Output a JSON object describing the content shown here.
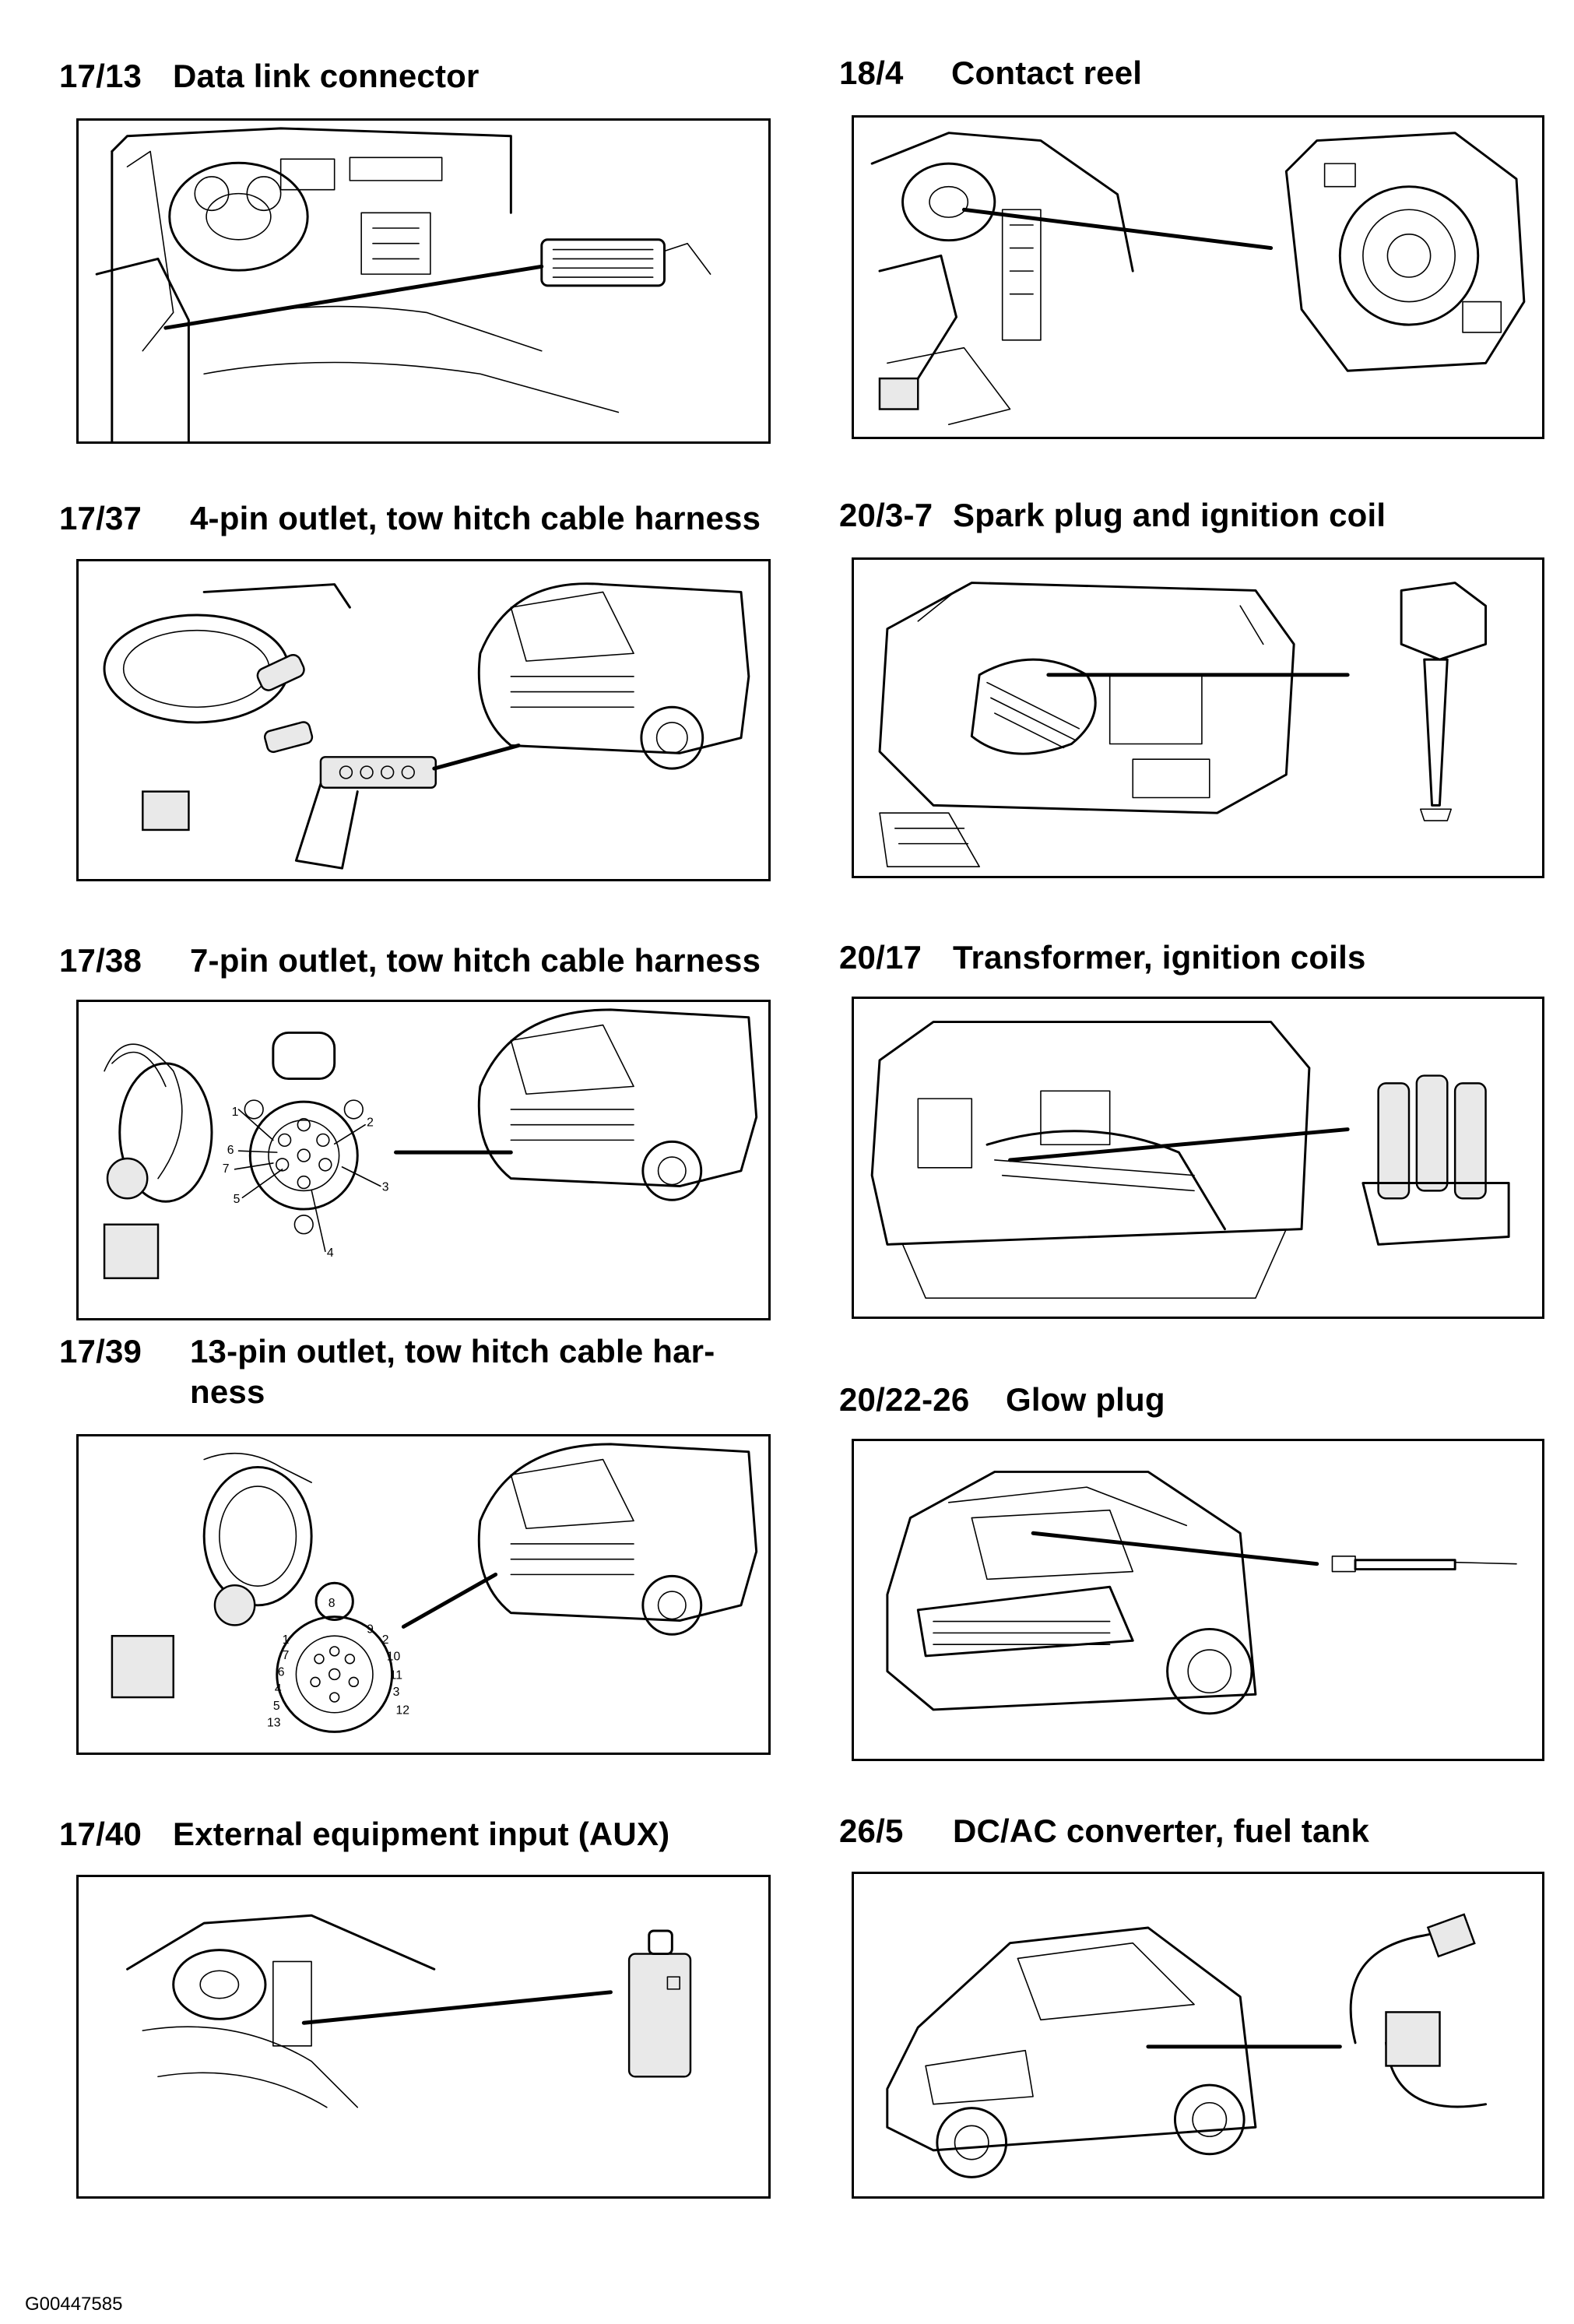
{
  "left_column": [
    {
      "code": "17/13",
      "title": "Data link connector"
    },
    {
      "code": "17/37",
      "title": "4-pin outlet, tow hitch cable harness"
    },
    {
      "code": "17/38",
      "title": "7-pin outlet, tow hitch cable harness"
    },
    {
      "code": "17/39",
      "title_line1": "13-pin outlet, tow hitch cable har-",
      "title_line2": "ness"
    },
    {
      "code": "17/40",
      "title": "External equipment input (AUX)"
    }
  ],
  "right_column": [
    {
      "code": "18/4",
      "title": "Contact reel"
    },
    {
      "code": "20/3-7",
      "title": "Spark plug and ignition coil"
    },
    {
      "code": "20/17",
      "title": "Transformer, ignition coils"
    },
    {
      "code": "20/22-26",
      "title": "Glow plug"
    },
    {
      "code": "26/5",
      "title": "DC/AC converter, fuel tank"
    }
  ],
  "pin_labels_7": [
    "1",
    "2",
    "3",
    "4",
    "5",
    "6",
    "7"
  ],
  "pin_labels_13": [
    "1",
    "2",
    "3",
    "4",
    "5",
    "6",
    "7",
    "8",
    "9",
    "10",
    "11",
    "12",
    "13"
  ],
  "figure_code": "G00447585"
}
